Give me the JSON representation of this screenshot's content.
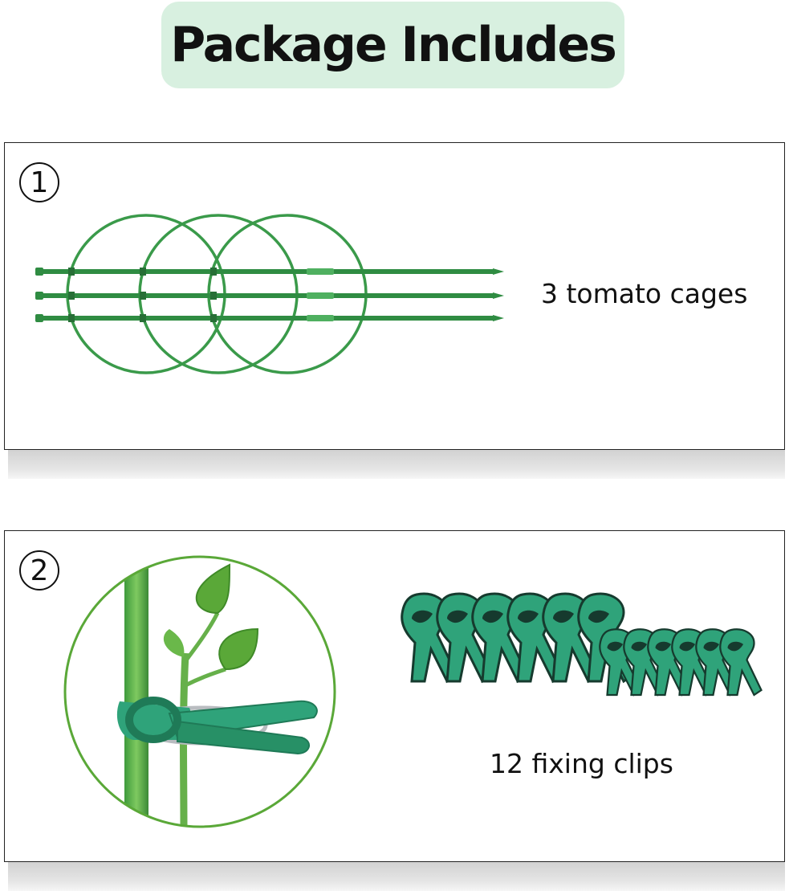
{
  "header": {
    "title": "Package Includes"
  },
  "items": [
    {
      "number": "1",
      "caption": "3 tomato cages",
      "icon": "tomato-cage-icon"
    },
    {
      "number": "2",
      "caption": "12 fixing clips",
      "icon": "plant-clip-icon"
    }
  ],
  "colors": {
    "title_bg": "#d8f0e0",
    "cage_green": "#3a9a4a",
    "clip_green": "#2fa37a",
    "clip_dark": "#163a2e",
    "leaf_green": "#5aa838"
  }
}
